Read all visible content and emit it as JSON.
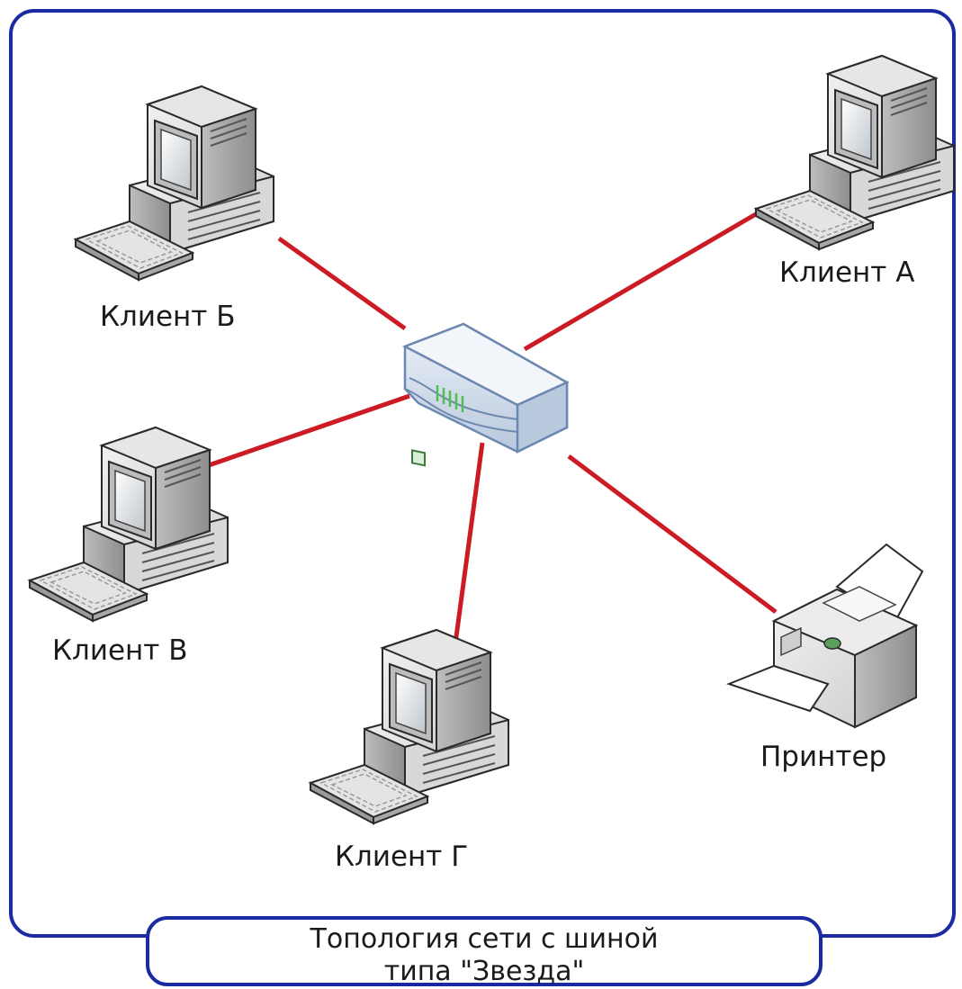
{
  "caption": {
    "line1": "Топология сети с шиной",
    "line2": "типа \"Звезда\""
  },
  "nodes": {
    "client_a": "Клиент А",
    "client_b": "Клиент Б",
    "client_v": "Клиент В",
    "client_g": "Клиент Г",
    "printer": "Принтер"
  },
  "colors": {
    "frame": "#1a2aa0",
    "link": "#cc1b24"
  }
}
